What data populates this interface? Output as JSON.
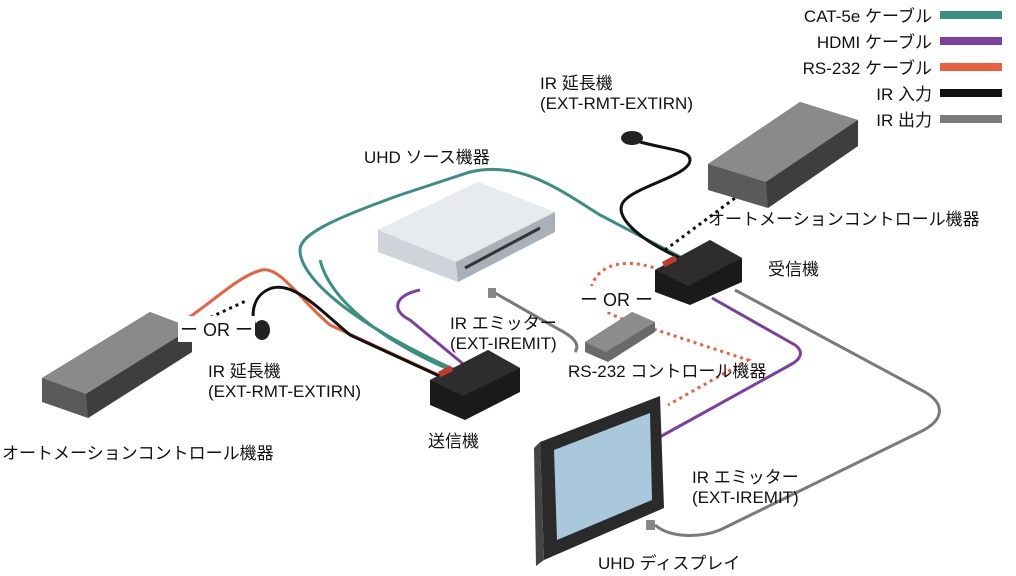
{
  "colors": {
    "cat5e": "#3a8f82",
    "hdmi": "#7b3fa0",
    "rs232": "#e8613c",
    "ir_in": "#111111",
    "ir_out": "#7a7a7a"
  },
  "legend": [
    {
      "label": "CAT-5e ケーブル",
      "color_key": "cat5e"
    },
    {
      "label": "HDMI ケーブル",
      "color_key": "hdmi"
    },
    {
      "label": "RS-232 ケーブル",
      "color_key": "rs232"
    },
    {
      "label": "IR 入力",
      "color_key": "ir_in"
    },
    {
      "label": "IR 出力",
      "color_key": "ir_out"
    }
  ],
  "labels": {
    "ir_extender_top_line1": "IR 延長機",
    "ir_extender_top_line2": "(EXT-RMT-EXTIRN)",
    "uhd_source": "UHD ソース機器",
    "automation_right": "オートメーションコントロール機器",
    "receiver": "受信機",
    "or_right": "ー OR ー",
    "or_left": "ー OR ー",
    "ir_emitter_mid_line1": "IR エミッター",
    "ir_emitter_mid_line2": "(EXT-IREMIT)",
    "rs232_control": "RS-232 コントロール機器",
    "ir_extender_left_line1": "IR 延長機",
    "ir_extender_left_line2": "(EXT-RMT-EXTIRN)",
    "automation_left": "オートメーションコントロール機器",
    "transmitter": "送信機",
    "ir_emitter_bottom_line1": "IR エミッター",
    "ir_emitter_bottom_line2": "(EXT-IREMIT)",
    "uhd_display": "UHD ディスプレイ"
  }
}
